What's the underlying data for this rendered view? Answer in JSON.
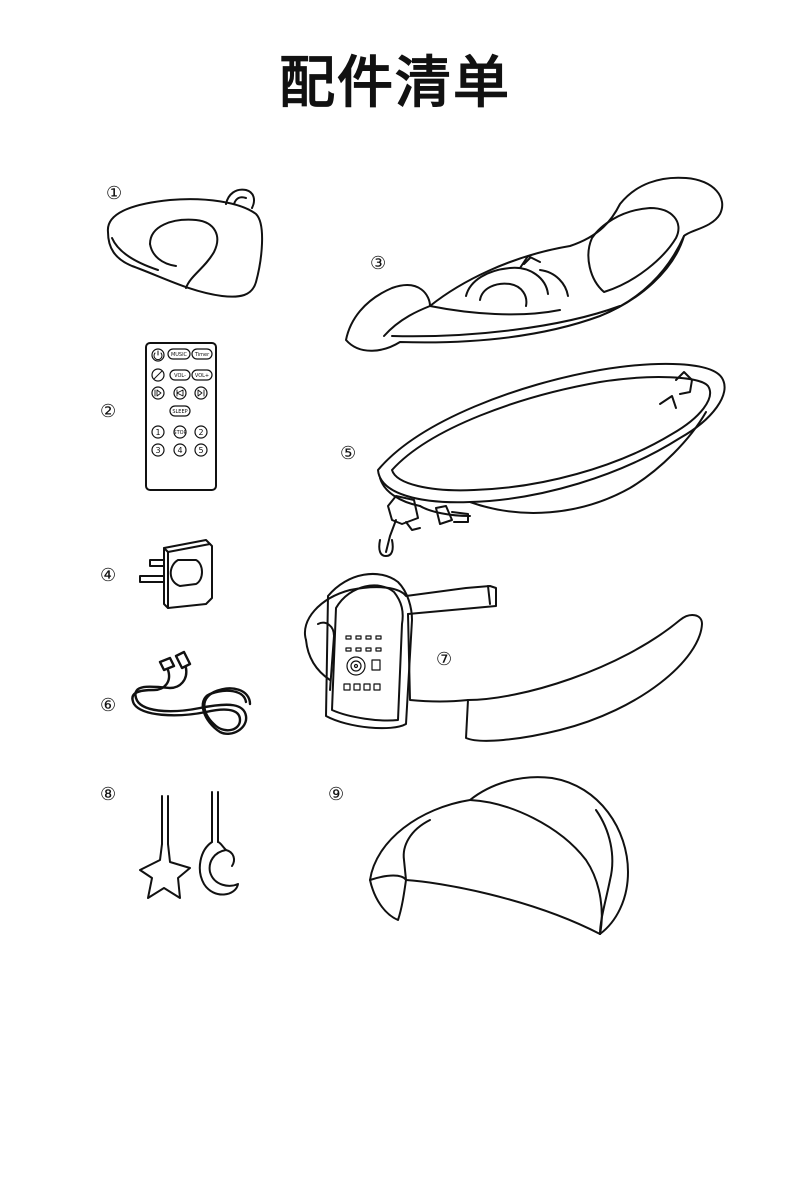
{
  "title": "配件清单",
  "labels": {
    "item1": "①",
    "item2": "②",
    "item3": "③",
    "item4": "④",
    "item5": "⑤",
    "item6": "⑥",
    "item7": "⑦",
    "item8": "⑧",
    "item9": "⑨"
  },
  "remote": {
    "music": "MUSIC",
    "timer": "Timer",
    "vol_down": "VOL-",
    "vol_up": "VOL+",
    "sleep": "SLEEP",
    "stop": "STOP",
    "n1": "1",
    "n2": "2",
    "n3": "3",
    "n4": "4",
    "n5": "5"
  }
}
